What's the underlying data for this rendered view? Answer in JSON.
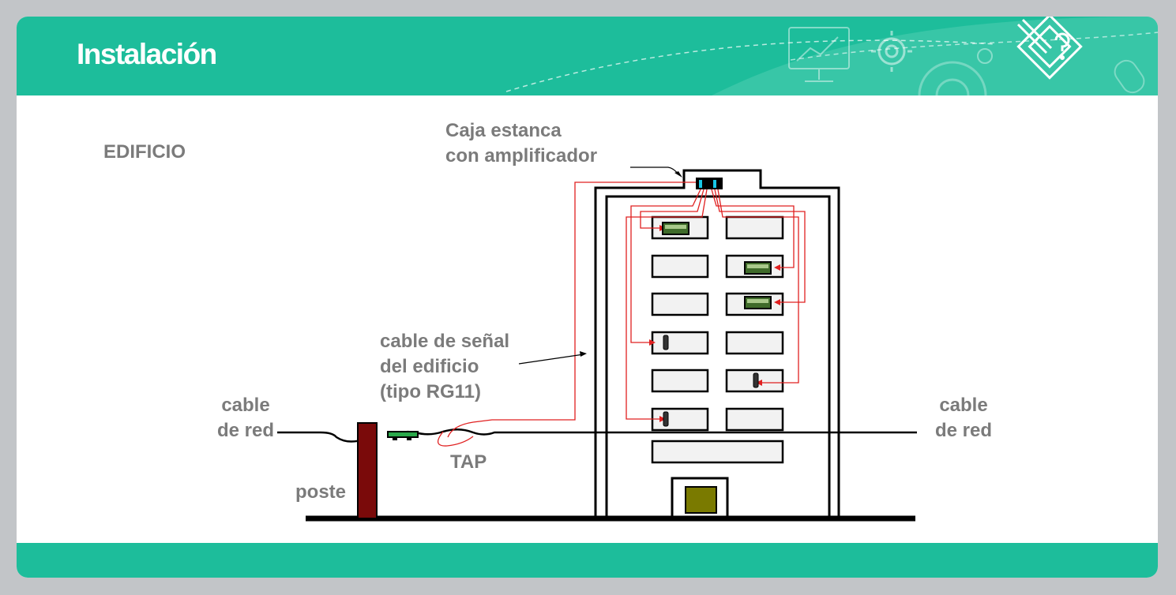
{
  "header": {
    "title": "Instalación",
    "settings_icon": "gear-icon",
    "brand_icon": "pencil-diamond-icon"
  },
  "diagram": {
    "labels": {
      "edificio": "EDIFICIO",
      "caja_line1": "Caja estanca",
      "caja_line2": "con amplificador",
      "cable_senal_line1": "cable de señal",
      "cable_senal_line2": "del edificio",
      "cable_senal_line3": "(tipo RG11)",
      "cable_red_left_line1": "cable",
      "cable_red_left_line2": "de red",
      "cable_red_right_line1": "cable",
      "cable_red_right_line2": "de red",
      "tap": "TAP",
      "poste": "poste"
    },
    "colors": {
      "header": "#1dbd9b",
      "label": "#7b7b7b",
      "signal_cable": "#e02020",
      "pole": "#7a0a0a",
      "door": "#7a7a00",
      "amplifier_led": "#18c8e8"
    }
  }
}
